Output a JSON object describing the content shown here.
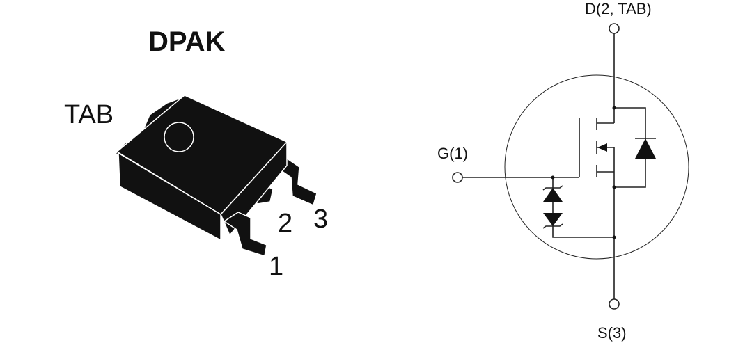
{
  "package": {
    "title": "DPAK",
    "tab_label": "TAB",
    "pins": [
      "1",
      "2",
      "3"
    ]
  },
  "schematic": {
    "gate_label": "G(1)",
    "drain_label": "D(2, TAB)",
    "source_label": "S(3)"
  },
  "colors": {
    "body": "#111111",
    "line": "#222222"
  }
}
